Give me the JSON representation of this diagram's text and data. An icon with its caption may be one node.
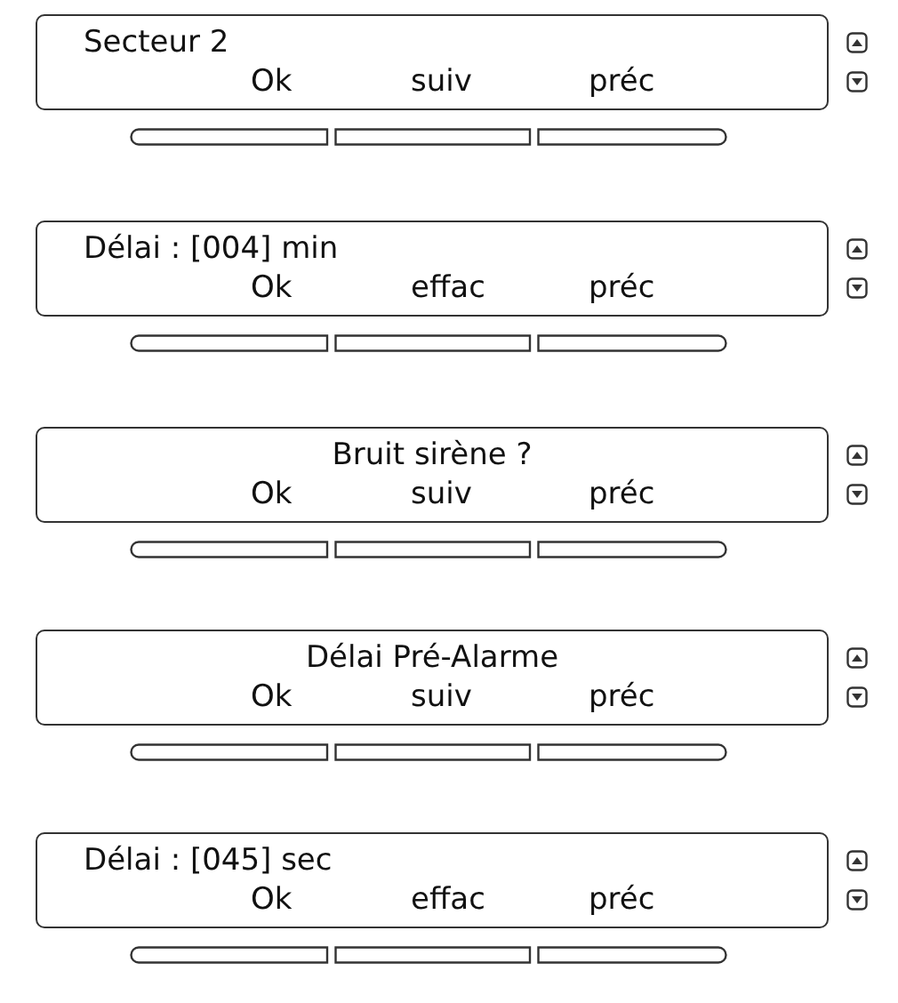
{
  "diagram": {
    "nodes": [
      {
        "text": [
          "Secteur 2",
          "Ok",
          "suiv",
          "préc"
        ]
      },
      {
        "text": [
          "Délai : [004] min",
          "Ok",
          "effac",
          "préc"
        ]
      },
      {
        "text": [
          "Bruit sirène ?",
          "Ok",
          "suiv",
          "préc"
        ]
      },
      {
        "text": [
          "Délai Pré-Alarme",
          "Ok",
          "suiv",
          "préc"
        ]
      },
      {
        "text": [
          "Délai : [045] sec",
          "Ok",
          "effac",
          "préc"
        ]
      }
    ]
  }
}
